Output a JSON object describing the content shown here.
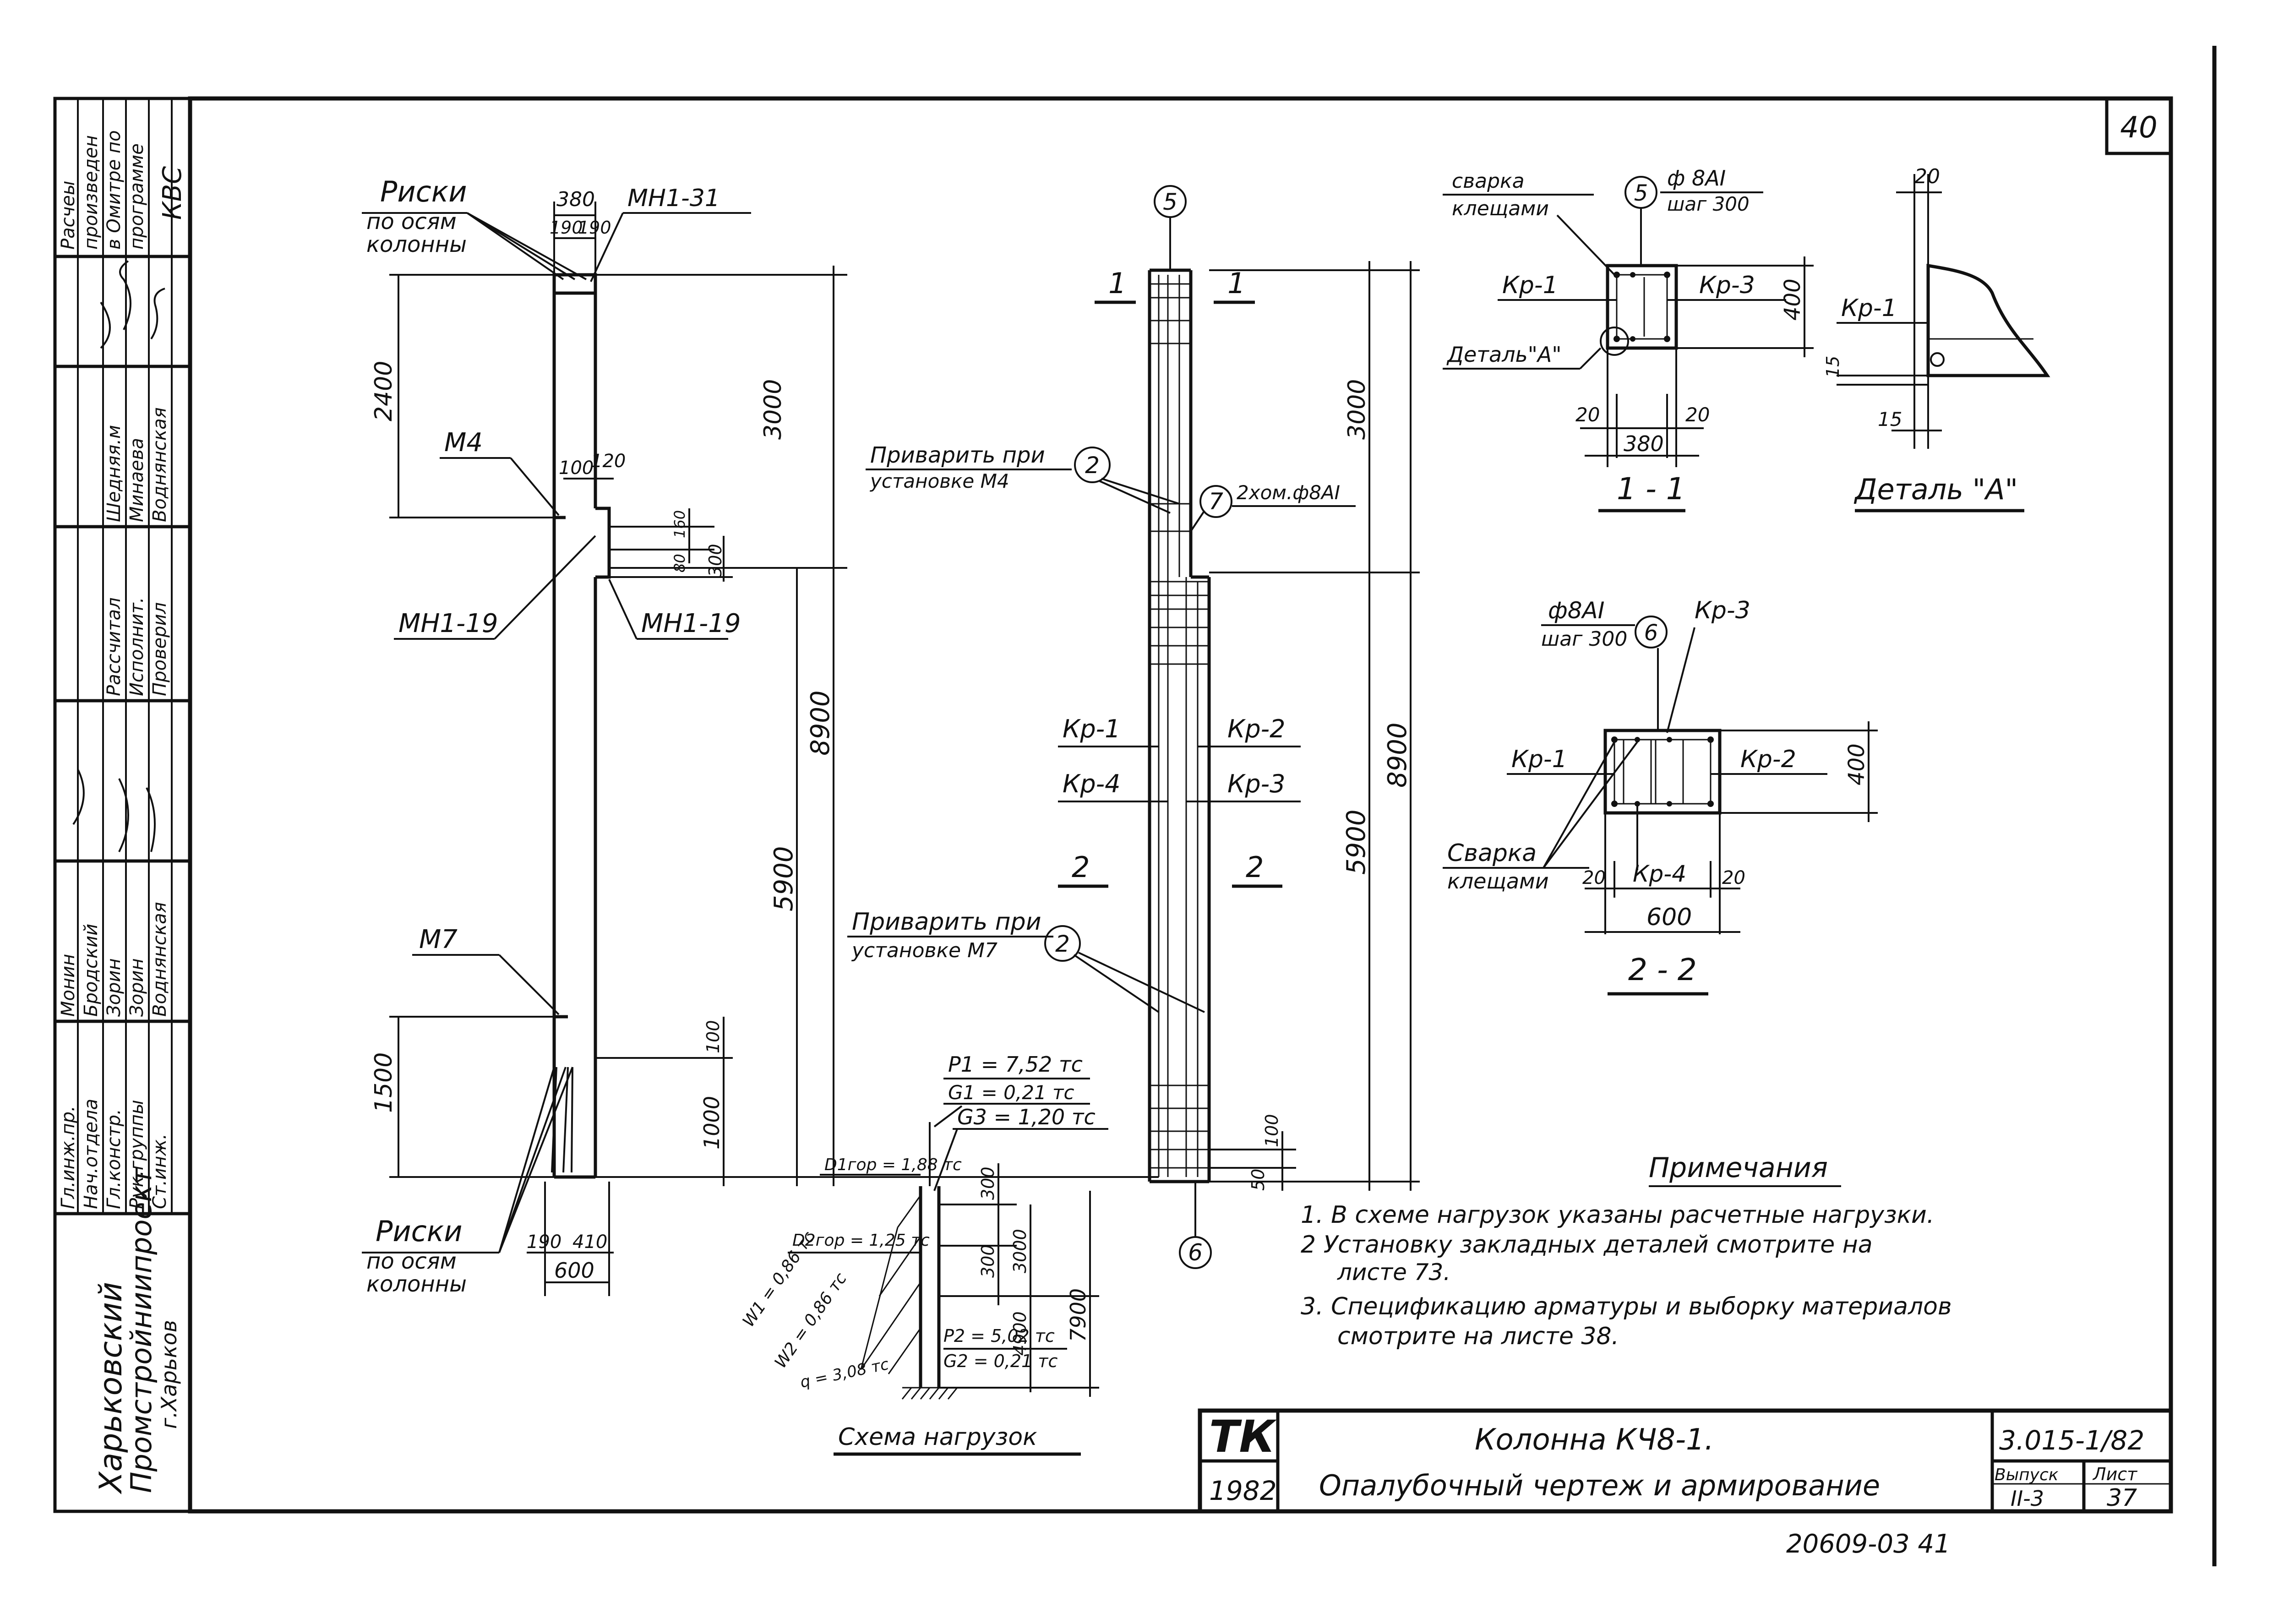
{
  "sheet_number": "40",
  "stamp": {
    "calc_note": [
      "Расчеы",
      "произведен",
      "в Омитре по",
      "программе",
      "КВС"
    ],
    "rows": [
      {
        "role": "Гл.инж.пр.",
        "name": "Монин"
      },
      {
        "role": "Нач.отдела",
        "name": "Бродский"
      },
      {
        "role": "Гл.констр.",
        "name": "Зорин"
      },
      {
        "role": "Рук.группы",
        "name": "Зорин"
      },
      {
        "role": "Ст.инж.",
        "name": "Воднянская"
      }
    ],
    "rows2": [
      {
        "role": "Рассчитал",
        "name": "Шедняя.м"
      },
      {
        "role": "Исполнит.",
        "name": "Минаева"
      },
      {
        "role": "Проверил",
        "name": "Воднянская"
      }
    ],
    "org": [
      "Харьковский",
      "Промстройниипроект",
      "г.Харьков"
    ]
  },
  "elevation": {
    "label_riski_top": "Риски",
    "label_po_osyam_top": "по осям",
    "label_kolonny_top": "колонны",
    "label_riski_bot": "Риски",
    "label_po_osyam_bot": "по осям",
    "label_kolonny_bot": "колонны",
    "mn1_31": "МН1-31",
    "m4": "М4",
    "mn1_19_left": "МН1-19",
    "mn1_19_right": "МН1-19",
    "m7": "М7",
    "dim_380": "380",
    "dim_190a": "190",
    "dim_190b": "190",
    "dim_2400": "2400",
    "dim_3000": "3000",
    "dim_100": "100",
    "dim_120": "120",
    "dim_160": "160",
    "dim_80": "80",
    "dim_300": "300",
    "dim_8900": "8900",
    "dim_5900": "5900",
    "dim_1500": "1500",
    "dim_100b": "100",
    "dim_1000": "1000",
    "dim_190c": "190",
    "dim_410": "410",
    "dim_600": "600"
  },
  "reinforcement": {
    "pos5": "5",
    "pos6": "6",
    "pos7": "7",
    "pos2a": "2",
    "pos2b": "2",
    "cut1_left": "1",
    "cut1_right": "1",
    "cut2_left": "2",
    "cut2_right": "2",
    "weld_m4_line1": "Приварить при",
    "weld_m4_line2": "установке М4",
    "weld_m7_line1": "Приварить при",
    "weld_m7_line2": "установке М7",
    "bar7": "2хом.ф8АI",
    "kr1": "Кр-1",
    "kr2": "Кр-2",
    "kr3": "Кр-3",
    "kr4": "Кр-4",
    "dim_3000": "3000",
    "dim_5900": "5900",
    "dim_8900": "8900",
    "dim_100": "100",
    "dim_50": "50"
  },
  "section_1_1": {
    "svarka": "сварка",
    "kleshchami": "клещами",
    "pos5": "5",
    "bar": "ф 8АI",
    "step": "шаг 300",
    "kr1": "Кр-1",
    "kr3": "Кр-3",
    "detail": "Деталь\"А\"",
    "dim_400": "400",
    "dim_20a": "20",
    "dim_20b": "20",
    "dim_380": "380",
    "title": "1 - 1"
  },
  "detail_a": {
    "dim_20": "20",
    "kr1": "Кр-1",
    "dim_15a": "15",
    "dim_15b": "15",
    "title": "Деталь \"А\""
  },
  "section_2_2": {
    "bar": "ф8АI",
    "step": "шаг 300",
    "pos6": "6",
    "kr3": "Кр-3",
    "kr1": "Кр-1",
    "kr2": "Кр-2",
    "kr4": "Кр-4",
    "dim_400": "400",
    "svarka": "Сварка",
    "kleshchami": "клещами",
    "dim_20a": "20",
    "dim_20b": "20",
    "dim_600": "600",
    "title": "2 - 2"
  },
  "loads": {
    "p1": "P1 = 7,52 тс",
    "g1": "G1 = 0,21 тс",
    "g3": "G3 = 1,20 тс",
    "d1": "D1гор = 1,88 тс",
    "d2": "D2гор = 1,25 тс",
    "w1": "W1 = 0,86 тс",
    "w2": "W2 = 0,86 тс",
    "q": "q = 3,08 тс",
    "p2": "P2 = 5,02 тс",
    "g2": "G2 = 0,21 тс",
    "dim_300a": "300",
    "dim_300b": "300",
    "dim_3000": "3000",
    "dim_4900": "4900",
    "dim_7900": "7900",
    "title": "Схема нагрузок"
  },
  "notes": {
    "title": "Примечания",
    "items": [
      "1. В схеме нагрузок указаны расчетные нагрузки.",
      "2  Установку закладных деталей смотрите на",
      "листе 73.",
      "3. Спецификацию арматуры и выборку материалов",
      "смотрите на листе 38."
    ]
  },
  "title_block": {
    "logo": "ТК",
    "year": "1982",
    "title1": "Колонна КЧ8-1.",
    "title2": "Опалубочный чертеж и армирование",
    "series": "3.015-1/82",
    "issue_label": "Выпуск",
    "issue": "II-3",
    "sheet_label": "Лист",
    "sheet": "37"
  },
  "footer_code": "20609-03  41"
}
